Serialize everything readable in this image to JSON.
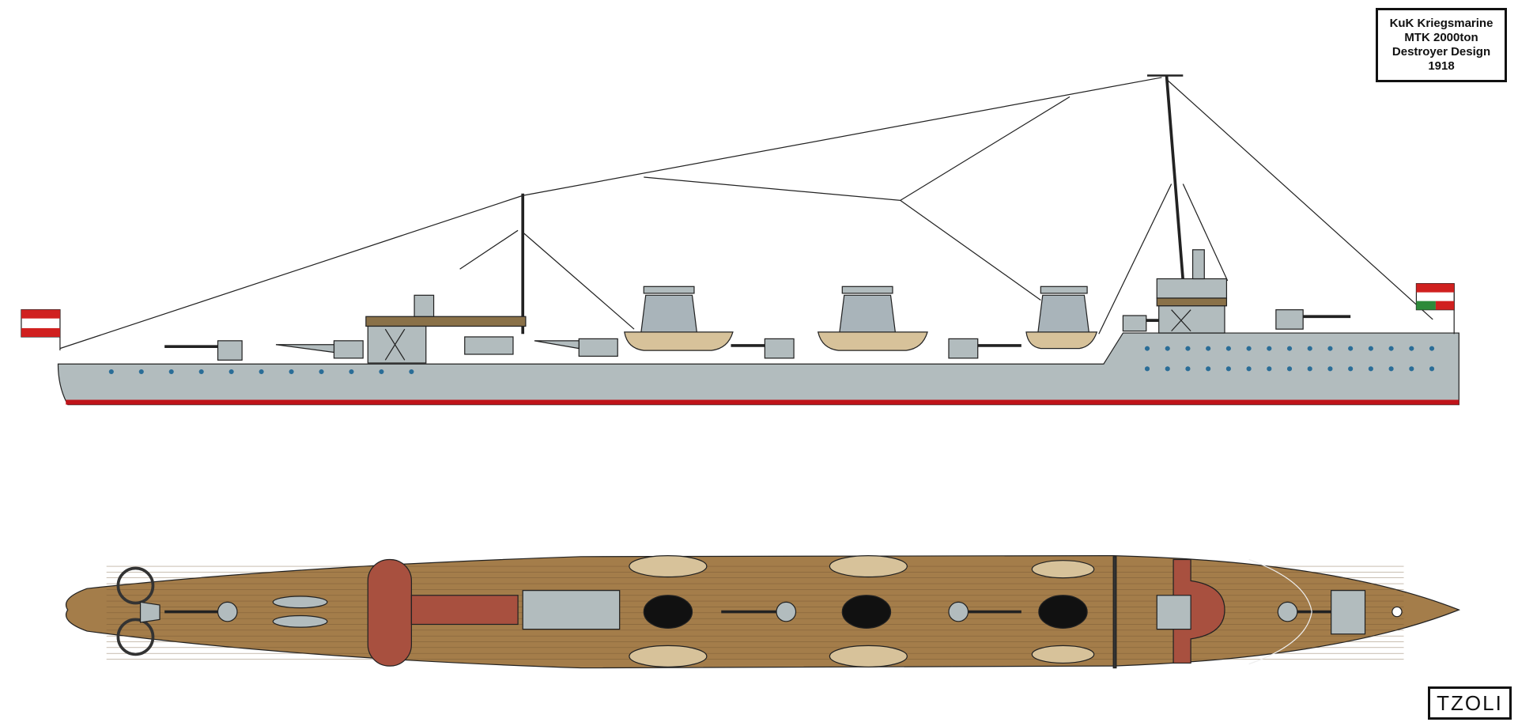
{
  "title": {
    "line1": "KuK Kriegsmarine",
    "line2": "MTK 2000ton",
    "line3": "Destroyer Design",
    "line4": "1918"
  },
  "signature": "TZOLI",
  "colors": {
    "hull": "#b2bcbe",
    "deck_wood": "#a47d4a",
    "boot_topping": "#c0141a",
    "superstructure_brown": "#8a7148",
    "deck_red": "#a8503f",
    "boat": "#d7c29a",
    "funnel": "#a9b4ba"
  }
}
